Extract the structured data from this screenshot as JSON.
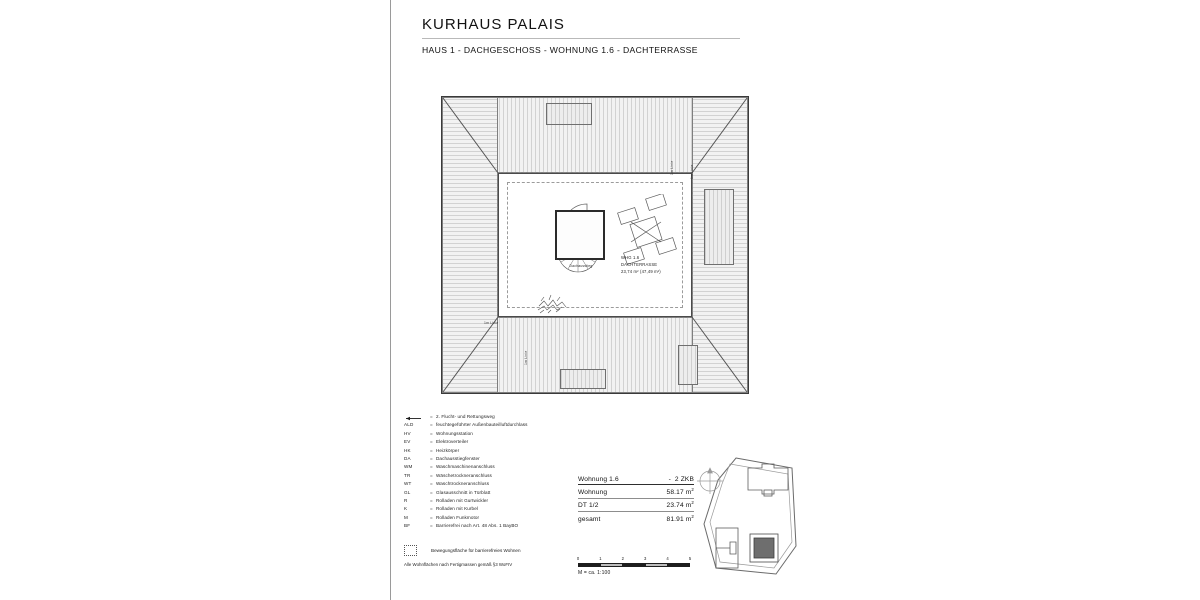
{
  "title": {
    "main": "KURHAUS PALAIS",
    "subtitle": "HAUS 1 - DACHGESCHOSS - WOHNUNG 1.6 - DACHTERRASSE"
  },
  "plan": {
    "unit_label_line1": "WHG 1.6",
    "unit_label_line2": "DACHTERRASSE",
    "unit_label_line3": "23,74 m² (47,49 m²)",
    "stair_label": "Dachausstieg",
    "m_line_label": "1m Linie",
    "m_line_count": 4
  },
  "legend": {
    "rows": [
      {
        "abbr": "",
        "icon": "arrow-left-icon",
        "text": "2. Flucht- und Rettungsweg"
      },
      {
        "abbr": "ALD",
        "icon": "",
        "text": "feuchtegeführter Außenbauteilluftdurchlass"
      },
      {
        "abbr": "HV",
        "icon": "",
        "text": "Wohnungsstation"
      },
      {
        "abbr": "EV",
        "icon": "",
        "text": "Elektroverteiler"
      },
      {
        "abbr": "HK",
        "icon": "",
        "text": "Heizkörper"
      },
      {
        "abbr": "DA",
        "icon": "",
        "text": "Dachausstiegfenster"
      },
      {
        "abbr": "WM",
        "icon": "",
        "text": "Waschmaschinenanschluss"
      },
      {
        "abbr": "TR",
        "icon": "",
        "text": "Wäschetrockneranschluss"
      },
      {
        "abbr": "WT",
        "icon": "",
        "text": "Waschtrockneranschluss"
      },
      {
        "abbr": "GL",
        "icon": "",
        "text": "Glasausschnitt in Türblatt"
      },
      {
        "abbr": "R",
        "icon": "",
        "text": "Rolladen mit Gurtwickler"
      },
      {
        "abbr": "K",
        "icon": "",
        "text": "Rolladen mit Kurbel"
      },
      {
        "abbr": "M",
        "icon": "",
        "text": "Rolladen Funkmotor"
      },
      {
        "abbr": "BF",
        "icon": "",
        "text": "Barrierefrei nach Art. 48 Abs. 1 BayBO"
      }
    ],
    "movement_area_label": "Bewegungsfläche für barrierefreies Wohnen",
    "footnote": "Alle Wohnflächen nach Fertigmassen gemäß §3 WoFIV"
  },
  "area_table": {
    "header_label": "Wohnung 1.6",
    "header_dash": "-",
    "header_value": "2 ZKB",
    "rows": [
      {
        "label": "Wohnung",
        "value": "58.17 m",
        "sup": "2"
      },
      {
        "label": "DT 1/2",
        "value": "23.74 m",
        "sup": "2"
      }
    ],
    "total": {
      "label": "gesamt",
      "value": "81.91 m",
      "sup": "2"
    }
  },
  "scale": {
    "ticks": [
      "0",
      "1",
      "2",
      "3",
      "4",
      "5"
    ],
    "caption": "M = ca. 1:100"
  },
  "siteplan": {
    "compass": "north-compass-icon",
    "highlight_color": "#6e6e6e"
  }
}
